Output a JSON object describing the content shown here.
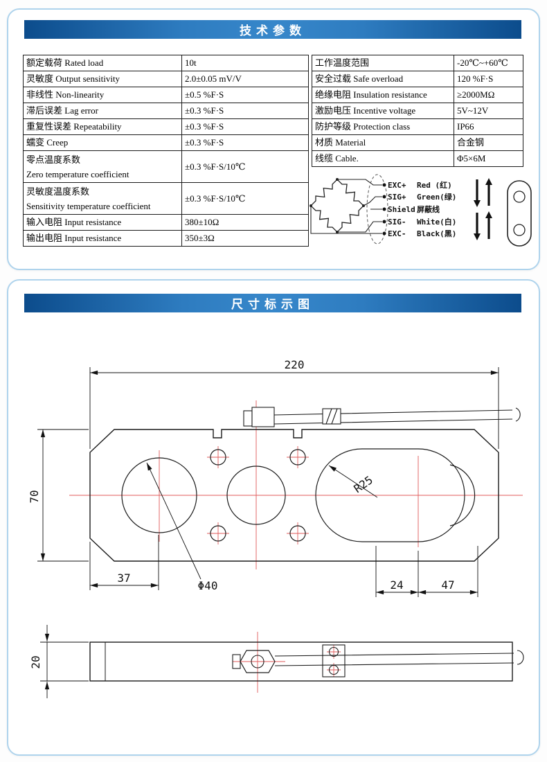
{
  "specs_panel": {
    "title": "技术参数",
    "left_table": {
      "rows": [
        {
          "label": "额定载荷 Rated load",
          "value": "10t"
        },
        {
          "label": "灵敏度 Output sensitivity",
          "value": "2.0±0.05 mV/V"
        },
        {
          "label": "非线性 Non-linearity",
          "value": "±0.5 %F·S"
        },
        {
          "label": "滞后误差 Lag error",
          "value": "±0.3 %F·S"
        },
        {
          "label": "重复性误差 Repeatability",
          "value": "±0.3 %F·S"
        },
        {
          "label": "蠕变 Creep",
          "value": "±0.3 %F·S"
        },
        {
          "label1": "零点温度系数",
          "label2": "Zero temperature coefficient",
          "value": "±0.3 %F·S/10℃"
        },
        {
          "label1": "灵敏度温度系数",
          "label2": "Sensitivity temperature coefficient",
          "value": "±0.3 %F·S/10℃"
        },
        {
          "label": "输入电阻 Input resistance",
          "value": "380±10Ω"
        },
        {
          "label": "输出电阻 Input resistance",
          "value": "350±3Ω"
        }
      ]
    },
    "right_table": {
      "rows": [
        {
          "label": "工作温度范围",
          "value": "-20℃~+60℃"
        },
        {
          "label": "安全过载 Safe overload",
          "value": "120 %F·S"
        },
        {
          "label": "绝缘电阻 Insulation resistance",
          "value": "≥2000MΩ"
        },
        {
          "label": "激励电压 Incentive voltage",
          "value": "5V~12V"
        },
        {
          "label": "防护等级 Protection class",
          "value": "IP66"
        },
        {
          "label": "材质 Material",
          "value": "合金钢"
        },
        {
          "label": "线缆 Cable.",
          "value": "Φ5×6M"
        }
      ]
    },
    "wiring": {
      "wires": [
        {
          "name": "EXC+",
          "color": "Red  (红)"
        },
        {
          "name": "SIG+",
          "color": "Green(绿)"
        },
        {
          "name": "Shield",
          "color": "屏蔽线"
        },
        {
          "name": "SIG-",
          "color": "White(白)"
        },
        {
          "name": "EXC-",
          "color": "Black(黑)"
        }
      ]
    }
  },
  "dimension_panel": {
    "title": "尺寸标示图",
    "dims": {
      "length": "220",
      "width": "70",
      "left_hole_offset": "37",
      "hole_diameter": "Φ40",
      "slot_dim_a": "24",
      "slot_dim_b": "47",
      "slot_radius": "R25",
      "thickness": "20"
    }
  },
  "colors": {
    "banner_dark": "#0c4c8c",
    "banner_light": "#3787ca",
    "panel_border": "#aed3ec",
    "centerline_red": "#e05a5a"
  }
}
